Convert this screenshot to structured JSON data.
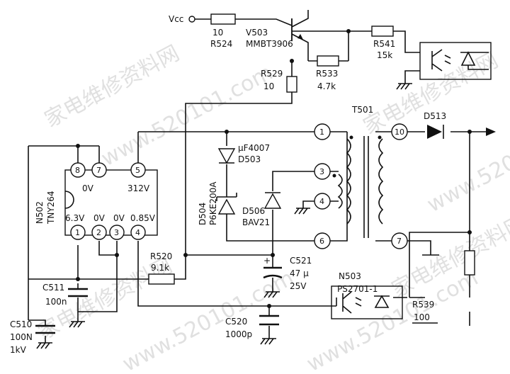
{
  "watermark": {
    "cn": "家电维修资料网",
    "site": "www.520101.com"
  },
  "labels": {
    "vcc": "Vcc",
    "r524_value": "10",
    "r524_name": "R524",
    "v503_name": "V503",
    "v503_part": "MMBT3906",
    "r529_name": "R529",
    "r529_value": "10",
    "r533_name": "R533",
    "r533_value": "4.7k",
    "r541_name": "R541",
    "r541_value": "15k",
    "t501_name": "T501",
    "d513_name": "D513",
    "d503_part": "μF4007",
    "d503_name": "D503",
    "d504_name": "D504",
    "d504_part": "P6KE200A",
    "d506_name": "D506",
    "d506_part": "BAV21",
    "n502_name": "N502",
    "n502_part": "TNY264",
    "v_6_3": "6.3V",
    "v_0_a": "0V",
    "v_0_b": "0V",
    "v_0_85": "0.85V",
    "v_0_top": "0V",
    "v_312": "312V",
    "r520_name": "R520",
    "r520_value": "9.1k",
    "c521_name": "C521",
    "c521_value": "47 μ",
    "c521_voltage": "25V",
    "c511_name": "C511",
    "c511_value": "100n",
    "c510_name": "C510",
    "c510_value": "100N",
    "c510_voltage": "1kV",
    "c520_name": "C520",
    "c520_value": "1000p",
    "n503_name": "N503",
    "n503_part": "PS2701-1",
    "r539_name": "R539",
    "r539_value": "100"
  },
  "pins": {
    "ic_1": "1",
    "ic_2": "2",
    "ic_3": "3",
    "ic_4": "4",
    "ic_5": "5",
    "ic_7": "7",
    "ic_8": "8",
    "t_1": "1",
    "t_3": "3",
    "t_4": "4",
    "t_6": "6",
    "t_7": "7",
    "t_10": "10"
  }
}
